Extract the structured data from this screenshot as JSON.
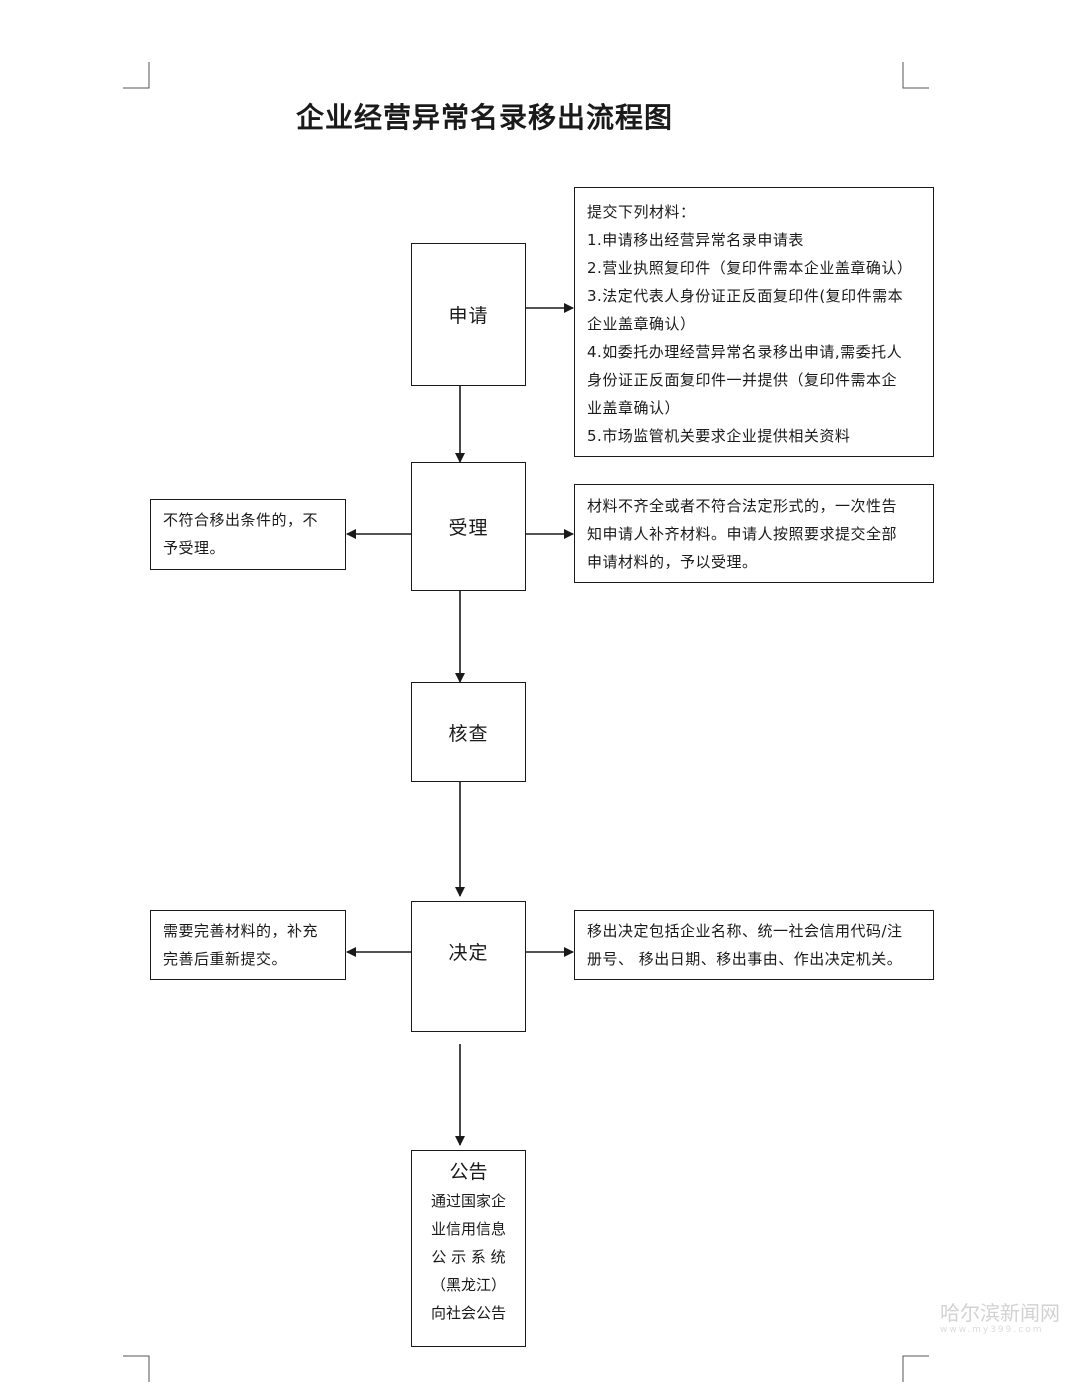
{
  "title": "企业经营异常名录移出流程图",
  "steps": {
    "apply": "申请",
    "accept": "受理",
    "verify": "核查",
    "decide": "决定"
  },
  "notice": {
    "head": "公告",
    "lines": [
      "通过国家企",
      "业信用信息",
      "公 示 系 统",
      "（黑龙江）",
      "向社会公告"
    ]
  },
  "notes": {
    "materials": [
      "提交下列材料：",
      "1.申请移出经营异常名录申请表",
      "2.营业执照复印件（复印件需本企业盖章确认）",
      "3.法定代表人身份证正反面复印件(复印件需本",
      "企业盖章确认）",
      "4.如委托办理经营异常名录移出申请,需委托人",
      "身份证正反面复印件一并提供（复印件需本企",
      "业盖章确认）",
      "5.市场监管机关要求企业提供相关资料"
    ],
    "reject": [
      "不符合移出条件的，不",
      "予受理。"
    ],
    "incomplete": [
      "材料不齐全或者不符合法定形式的，一次性告",
      "知申请人补齐材料。申请人按照要求提交全部",
      "申请材料的，予以受理。"
    ],
    "supplement": [
      "需要完善材料的，补充",
      "完善后重新提交。"
    ],
    "decision_content": [
      "移出决定包括企业名称、统一社会信用代码/注",
      "册号、 移出日期、移出事由、作出决定机关。"
    ]
  },
  "watermark": {
    "main": "哈尔滨新闻网",
    "sub": "www.my399.com"
  }
}
